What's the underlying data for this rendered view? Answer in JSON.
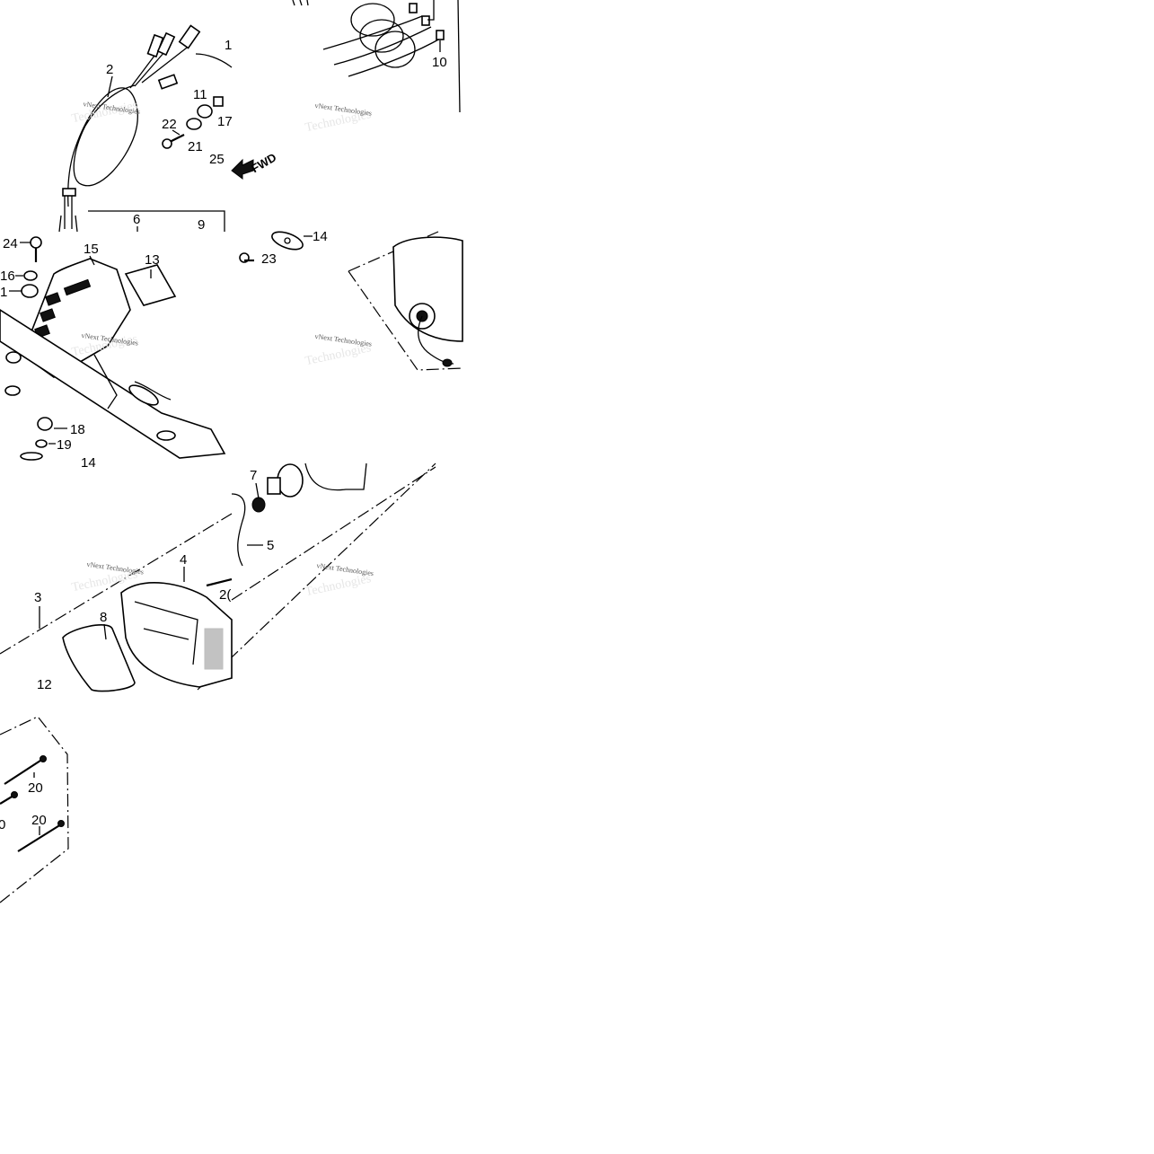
{
  "callouts": {
    "t1": "2",
    "t2": "1",
    "t3": "11",
    "t4": "22",
    "t5": "17",
    "t6": "21",
    "t7": "25",
    "t8": "10",
    "t9": "6",
    "t10": "9",
    "m1": "24",
    "m2": "15",
    "m3": "13",
    "m4": "16",
    "m5": "1",
    "m6": "18",
    "m7": "19",
    "m8": "14",
    "m9": "23",
    "m10": "14",
    "b1": "7",
    "b2": "5",
    "b3": "4",
    "b4": "3",
    "b5": "8",
    "b6": "12",
    "b7": "2(",
    "s1": "20",
    "s2": "20",
    "s3": "0"
  },
  "fwd_label": "FWD",
  "watermark": {
    "brand": "vNext Technologies",
    "ghost": "Technologies"
  }
}
